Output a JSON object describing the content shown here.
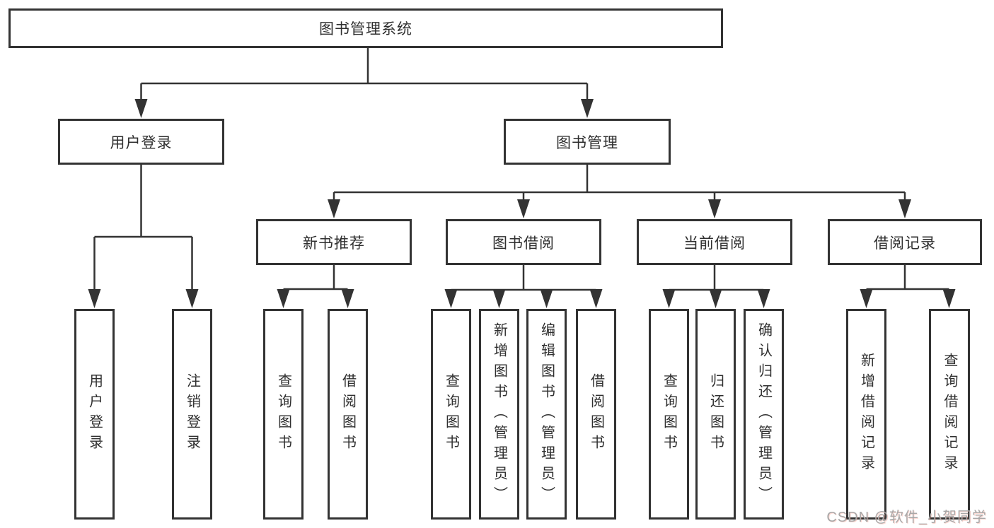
{
  "colors": {
    "line": "#333333",
    "box_border": "#333333",
    "box_fill": "#ffffff",
    "text": "#2f2f2f",
    "watermark": "#a8a8a8"
  },
  "tree": {
    "root": {
      "label": "图书管理系统"
    },
    "level2": [
      {
        "label": "用户登录",
        "children": [
          {
            "label": "用户登录"
          },
          {
            "label": "注销登录"
          }
        ]
      },
      {
        "label": "图书管理"
      }
    ],
    "level3": [
      {
        "parent": "图书管理",
        "label": "新书推荐",
        "children": [
          {
            "label": "查询图书"
          },
          {
            "label": "借阅图书"
          }
        ]
      },
      {
        "parent": "图书管理",
        "label": "图书借阅",
        "children": [
          {
            "label": "查询图书"
          },
          {
            "label": "新增图书（管理员）"
          },
          {
            "label": "编辑图书（管理员）"
          },
          {
            "label": "借阅图书"
          }
        ]
      },
      {
        "parent": "图书管理",
        "label": "当前借阅",
        "children": [
          {
            "label": "查询图书"
          },
          {
            "label": "归还图书"
          },
          {
            "label": "确认归还（管理员）"
          }
        ]
      },
      {
        "parent": "图书管理",
        "label": "借阅记录",
        "children": [
          {
            "label": "新增借阅记录"
          },
          {
            "label": "查询借阅记录"
          }
        ]
      }
    ]
  },
  "watermark": {
    "text": "CSDN @软件_小贺同学"
  }
}
